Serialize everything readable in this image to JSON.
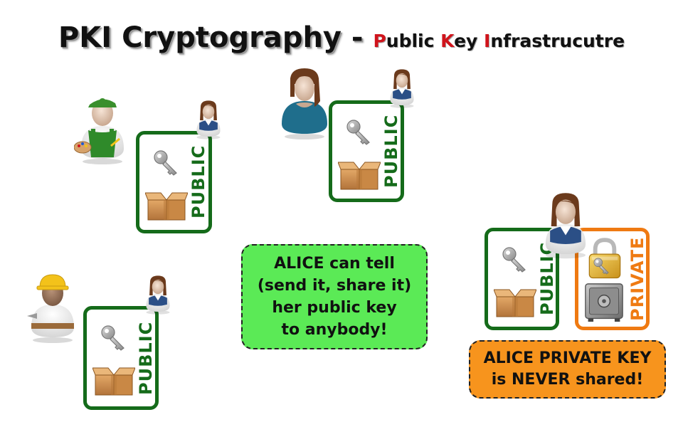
{
  "title": {
    "main": "PKI Cryptography",
    "dash": " - ",
    "p_letter": "P",
    "p_rest": "ublic ",
    "k_letter": "K",
    "k_rest": "ey ",
    "i_letter": "I",
    "i_rest": "nfrastrucutre"
  },
  "labels": {
    "public": "PUBLIC",
    "private": "PRIVATE"
  },
  "callouts": {
    "share": [
      "ALICE can tell",
      "(send it, share it)",
      "her public key",
      "to anybody!"
    ],
    "private": [
      "ALICE PRIVATE KEY",
      "is NEVER shared!"
    ]
  },
  "icons": {
    "key": "key-icon",
    "box": "cardboard-box-icon",
    "lock": "padlock-icon",
    "safe": "safe-icon",
    "alice": "alice-avatar",
    "painter": "painter-avatar",
    "woman": "woman-avatar",
    "worker": "construction-worker-avatar"
  },
  "colors": {
    "public_border": "#156b1a",
    "private_border": "#ef7a12",
    "title_highlight": "#d0141c",
    "share_bg": "#5bea56",
    "private_bg": "#f7941d"
  }
}
